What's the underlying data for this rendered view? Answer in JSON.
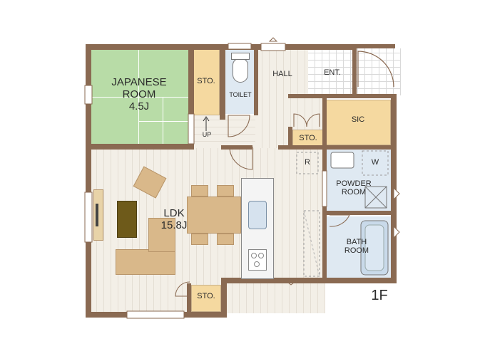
{
  "plan": {
    "floor_label": "1F",
    "rooms": {
      "japanese_room": "JAPANESE\nROOM\n4.5J",
      "sto_top": "STO.",
      "toilet": "TOILET",
      "hall": "HALL",
      "entrance": "ENT.",
      "sic": "SIC",
      "sto_hall": "STO.",
      "up": "UP",
      "ldk": "LDK\n15.8J",
      "refrigerator": "R",
      "washer": "W",
      "powder_room": "POWDER\nROOM",
      "bath_room": "BATH\nROOM",
      "sto_bottom": "STO."
    }
  },
  "colors": {
    "wall": "#8a6a52",
    "tatami": "#b8dca7",
    "storage": "#f5d9a0",
    "wet_area": "#dfe9f2",
    "furniture": "#d9b88a",
    "tv_board": "#6e5a1a"
  }
}
